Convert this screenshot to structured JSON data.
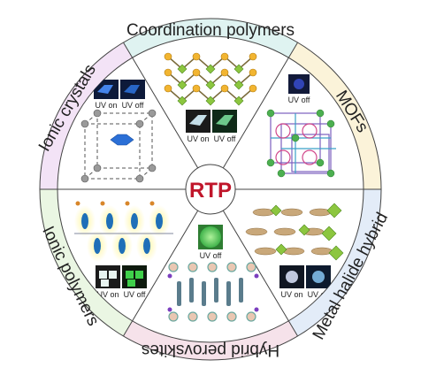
{
  "center": {
    "label": "RTP",
    "color": "#c0162b"
  },
  "sectors": [
    {
      "id": "coordination",
      "label": "Coordination polymers",
      "ring_color": "#dff3f1"
    },
    {
      "id": "mofs",
      "label": "MOFs",
      "ring_color": "#fbf3d9"
    },
    {
      "id": "metal-halide",
      "label": "Metal halide hybrid",
      "ring_color": "#e3ecf8"
    },
    {
      "id": "perovskites",
      "label": "Hybrid perovskites",
      "ring_color": "#f6e2ea"
    },
    {
      "id": "ionic-polymers",
      "label": "Ionic polymers",
      "ring_color": "#eaf6e3"
    },
    {
      "id": "ionic-crystals",
      "label": "Ionic crystals",
      "ring_color": "#f3e3f6"
    }
  ],
  "photo_labels": {
    "coordination": [
      "UV on",
      "UV off"
    ],
    "mofs": [
      "UV off"
    ],
    "metal_halide": [
      "UV on",
      "UV off"
    ],
    "perovskites": [
      "UV off"
    ],
    "ionic_polymers": [
      "UV on",
      "UV off"
    ],
    "ionic_crystals": [
      "UV on",
      "UV off"
    ]
  },
  "colors": {
    "yellow_node": "#f2b531",
    "green_node": "#8cc63f",
    "blue_glow": "#2b6fd6",
    "green_glow": "#39d04a",
    "cyan_glow": "#8fe3d6",
    "rod": "#5a7c8c",
    "tan": "#c9a87a"
  }
}
